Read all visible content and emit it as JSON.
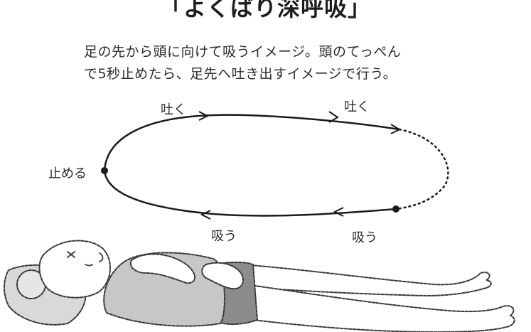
{
  "title": "「よくばり深呼吸」",
  "description": {
    "line1": "足の先から頭に向けて吸うイメージ。頭のてっぺん",
    "line2": "で5秒止めたら、足先へ吐き出すイメージで行う。"
  },
  "labels": {
    "exhale_left": "吐く",
    "exhale_right": "吐く",
    "hold": "止める",
    "inhale_left": "吸う",
    "inhale_right": "吸う"
  },
  "colors": {
    "line": "#1a1a1a",
    "shirt": "#c7c7c7",
    "shorts": "#8c8c8c",
    "skin": "#ffffff"
  }
}
